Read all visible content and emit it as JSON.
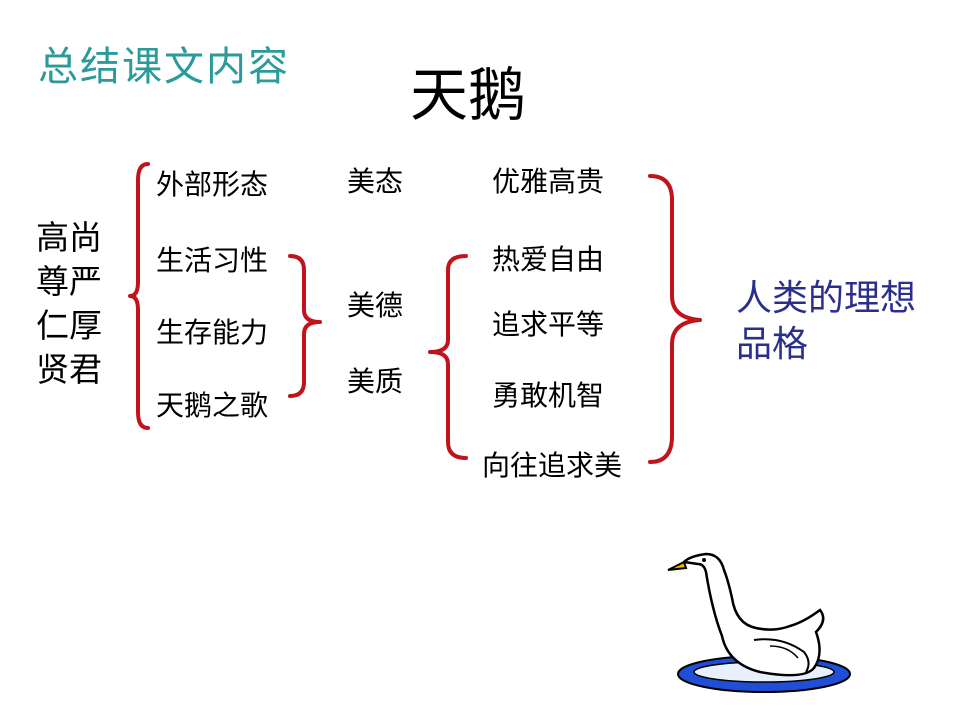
{
  "heading": "总结课文内容",
  "title": "天鹅",
  "left_group": [
    "高尚",
    "尊严",
    "仁厚",
    "贤君"
  ],
  "sections": [
    "外部形态",
    "生活习性",
    "生存能力",
    "天鹅之歌"
  ],
  "aspects": [
    "美态",
    "美德",
    "美质"
  ],
  "qualities": [
    "优雅高贵",
    "热爱自由",
    "追求平等",
    "勇敢机智",
    "向往追求美"
  ],
  "conclusion": "人类的理想品格",
  "colors": {
    "heading": "#2a9a9a",
    "conclusion": "#2b2f8c",
    "bracket": "#c0141c",
    "water": "#1f4fd6"
  },
  "icons": [
    "swan-clipart"
  ]
}
